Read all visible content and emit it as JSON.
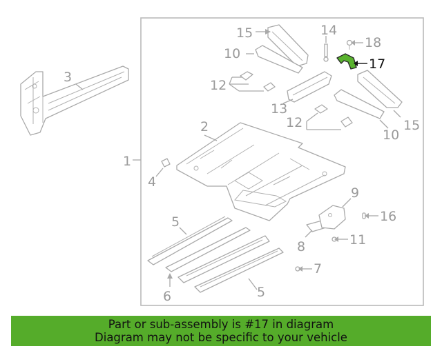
{
  "diagram": {
    "callouts": {
      "c1": "1",
      "c2": "2",
      "c3": "3",
      "c4": "4",
      "c5a": "5",
      "c5b": "5",
      "c6": "6",
      "c7": "7",
      "c8": "8",
      "c9": "9",
      "c10a": "10",
      "c10b": "10",
      "c11": "11",
      "c12a": "12",
      "c12b": "12",
      "c13": "13",
      "c14": "14",
      "c15a": "15",
      "c15b": "15",
      "c16": "16",
      "c17": "17",
      "c18": "18"
    },
    "highlight_color": "#59b22e"
  },
  "banner": {
    "line1": "Part or sub-assembly is #17 in diagram",
    "line2": "Diagram may not be specific to your vehicle",
    "background": "#55ac2a"
  }
}
